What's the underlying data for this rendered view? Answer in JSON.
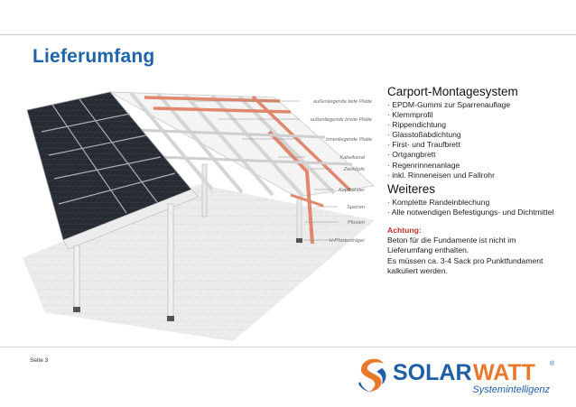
{
  "header": {
    "title": "Lieferumfang"
  },
  "illustration": {
    "callouts": [
      "außenliegende tiefe Platte",
      "außenliegende breite Platte",
      "Innenliegende Platte",
      "Kabelkanal",
      "Zierköpfe",
      "Kopfbänder",
      "Sparren",
      "Pfosten",
      "H-Pfostenträger"
    ]
  },
  "sections": [
    {
      "title": "Carport-Montagesystem",
      "items": [
        "EPDM-Gummi zur Sparrenauflage",
        "Klemmprofil",
        "Rippendichtung",
        "Glasstoßabdichtung",
        "First- und Traufbrett",
        "Ortgangbrett",
        "Regenrinnenanlage",
        "inkl. Rinneneisen und Fallrohr"
      ]
    },
    {
      "title": "Weiteres",
      "items": [
        "Komplette Randeinblechung",
        "Alle notwendigen Befestigungs- und Dichtmittel"
      ]
    }
  ],
  "attention": {
    "label": "Achtung:",
    "lines": [
      "Beton für die Fundamente ist nicht im",
      "Lieferumfang enthalten.",
      "Es müssen ca. 3-4 Sack pro Punktfundament",
      "kalkuliert werden."
    ]
  },
  "footer": {
    "page": "Seite 3"
  },
  "logo": {
    "brand_left": "SOLAR",
    "brand_right": "WATT",
    "registered": "®",
    "tagline": "Systemintelligenz"
  },
  "colors": {
    "title_blue": "#1d64a8",
    "attention_red": "#c0302a",
    "logo_orange": "#e8792a",
    "logo_blue": "#1f5fa6",
    "beam_orange": "#e0876e",
    "panel_dark": "#23272e"
  }
}
